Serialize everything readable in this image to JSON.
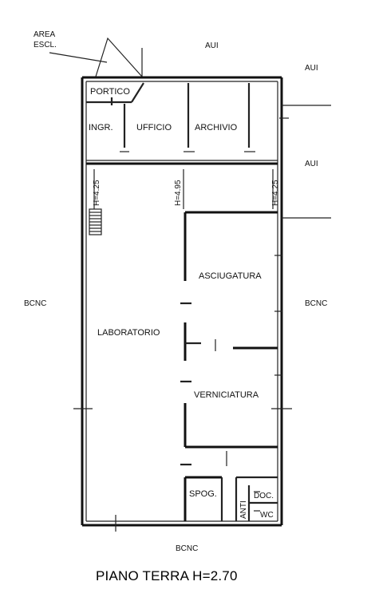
{
  "title": "PIANO TERRA H=2.70",
  "labels": {
    "area_escl_1": "AREA",
    "area_escl_2": "ESCL.",
    "aui_top": "AUI",
    "aui_right_top": "AUI",
    "aui_right_mid": "AUI",
    "bcnc_left": "BCNC",
    "bcnc_right": "BCNC",
    "bcnc_bottom": "BCNC"
  },
  "rooms": {
    "portico": "PORTICO",
    "ingresso": "INGR.",
    "ufficio": "UFFICIO",
    "archivio": "ARCHIVIO",
    "asciugatura": "ASCIUGATURA",
    "laboratorio": "LABORATORIO",
    "verniciatura": "VERNICIATURA",
    "spogliatoio": "SPOG.",
    "anti": "ANTI",
    "doccia": "DOC.",
    "wc": "WC"
  },
  "heights": {
    "left": "H=4.25",
    "center": "H=4.95",
    "right": "H=4.25"
  }
}
